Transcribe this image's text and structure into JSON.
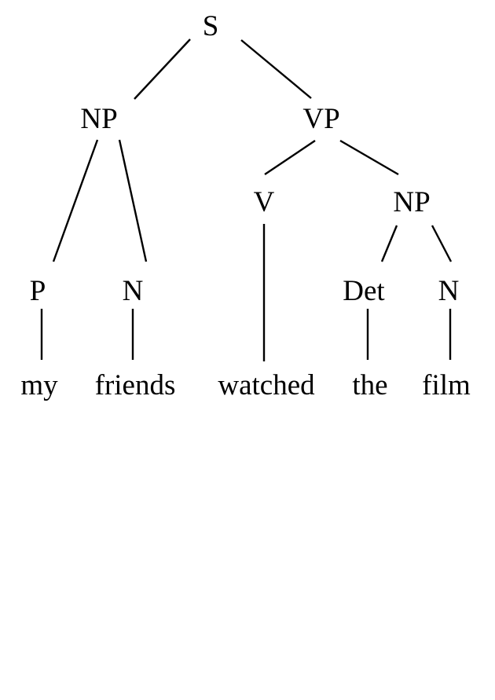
{
  "tree": {
    "root": {
      "label": "S",
      "children": [
        {
          "label": "NP",
          "children": [
            {
              "label": "P",
              "word": "my"
            },
            {
              "label": "N",
              "word": "friends"
            }
          ]
        },
        {
          "label": "VP",
          "children": [
            {
              "label": "V",
              "word": "watched"
            },
            {
              "label": "NP",
              "children": [
                {
                  "label": "Det",
                  "word": "the"
                },
                {
                  "label": "N",
                  "word": "film"
                }
              ]
            }
          ]
        }
      ]
    }
  }
}
